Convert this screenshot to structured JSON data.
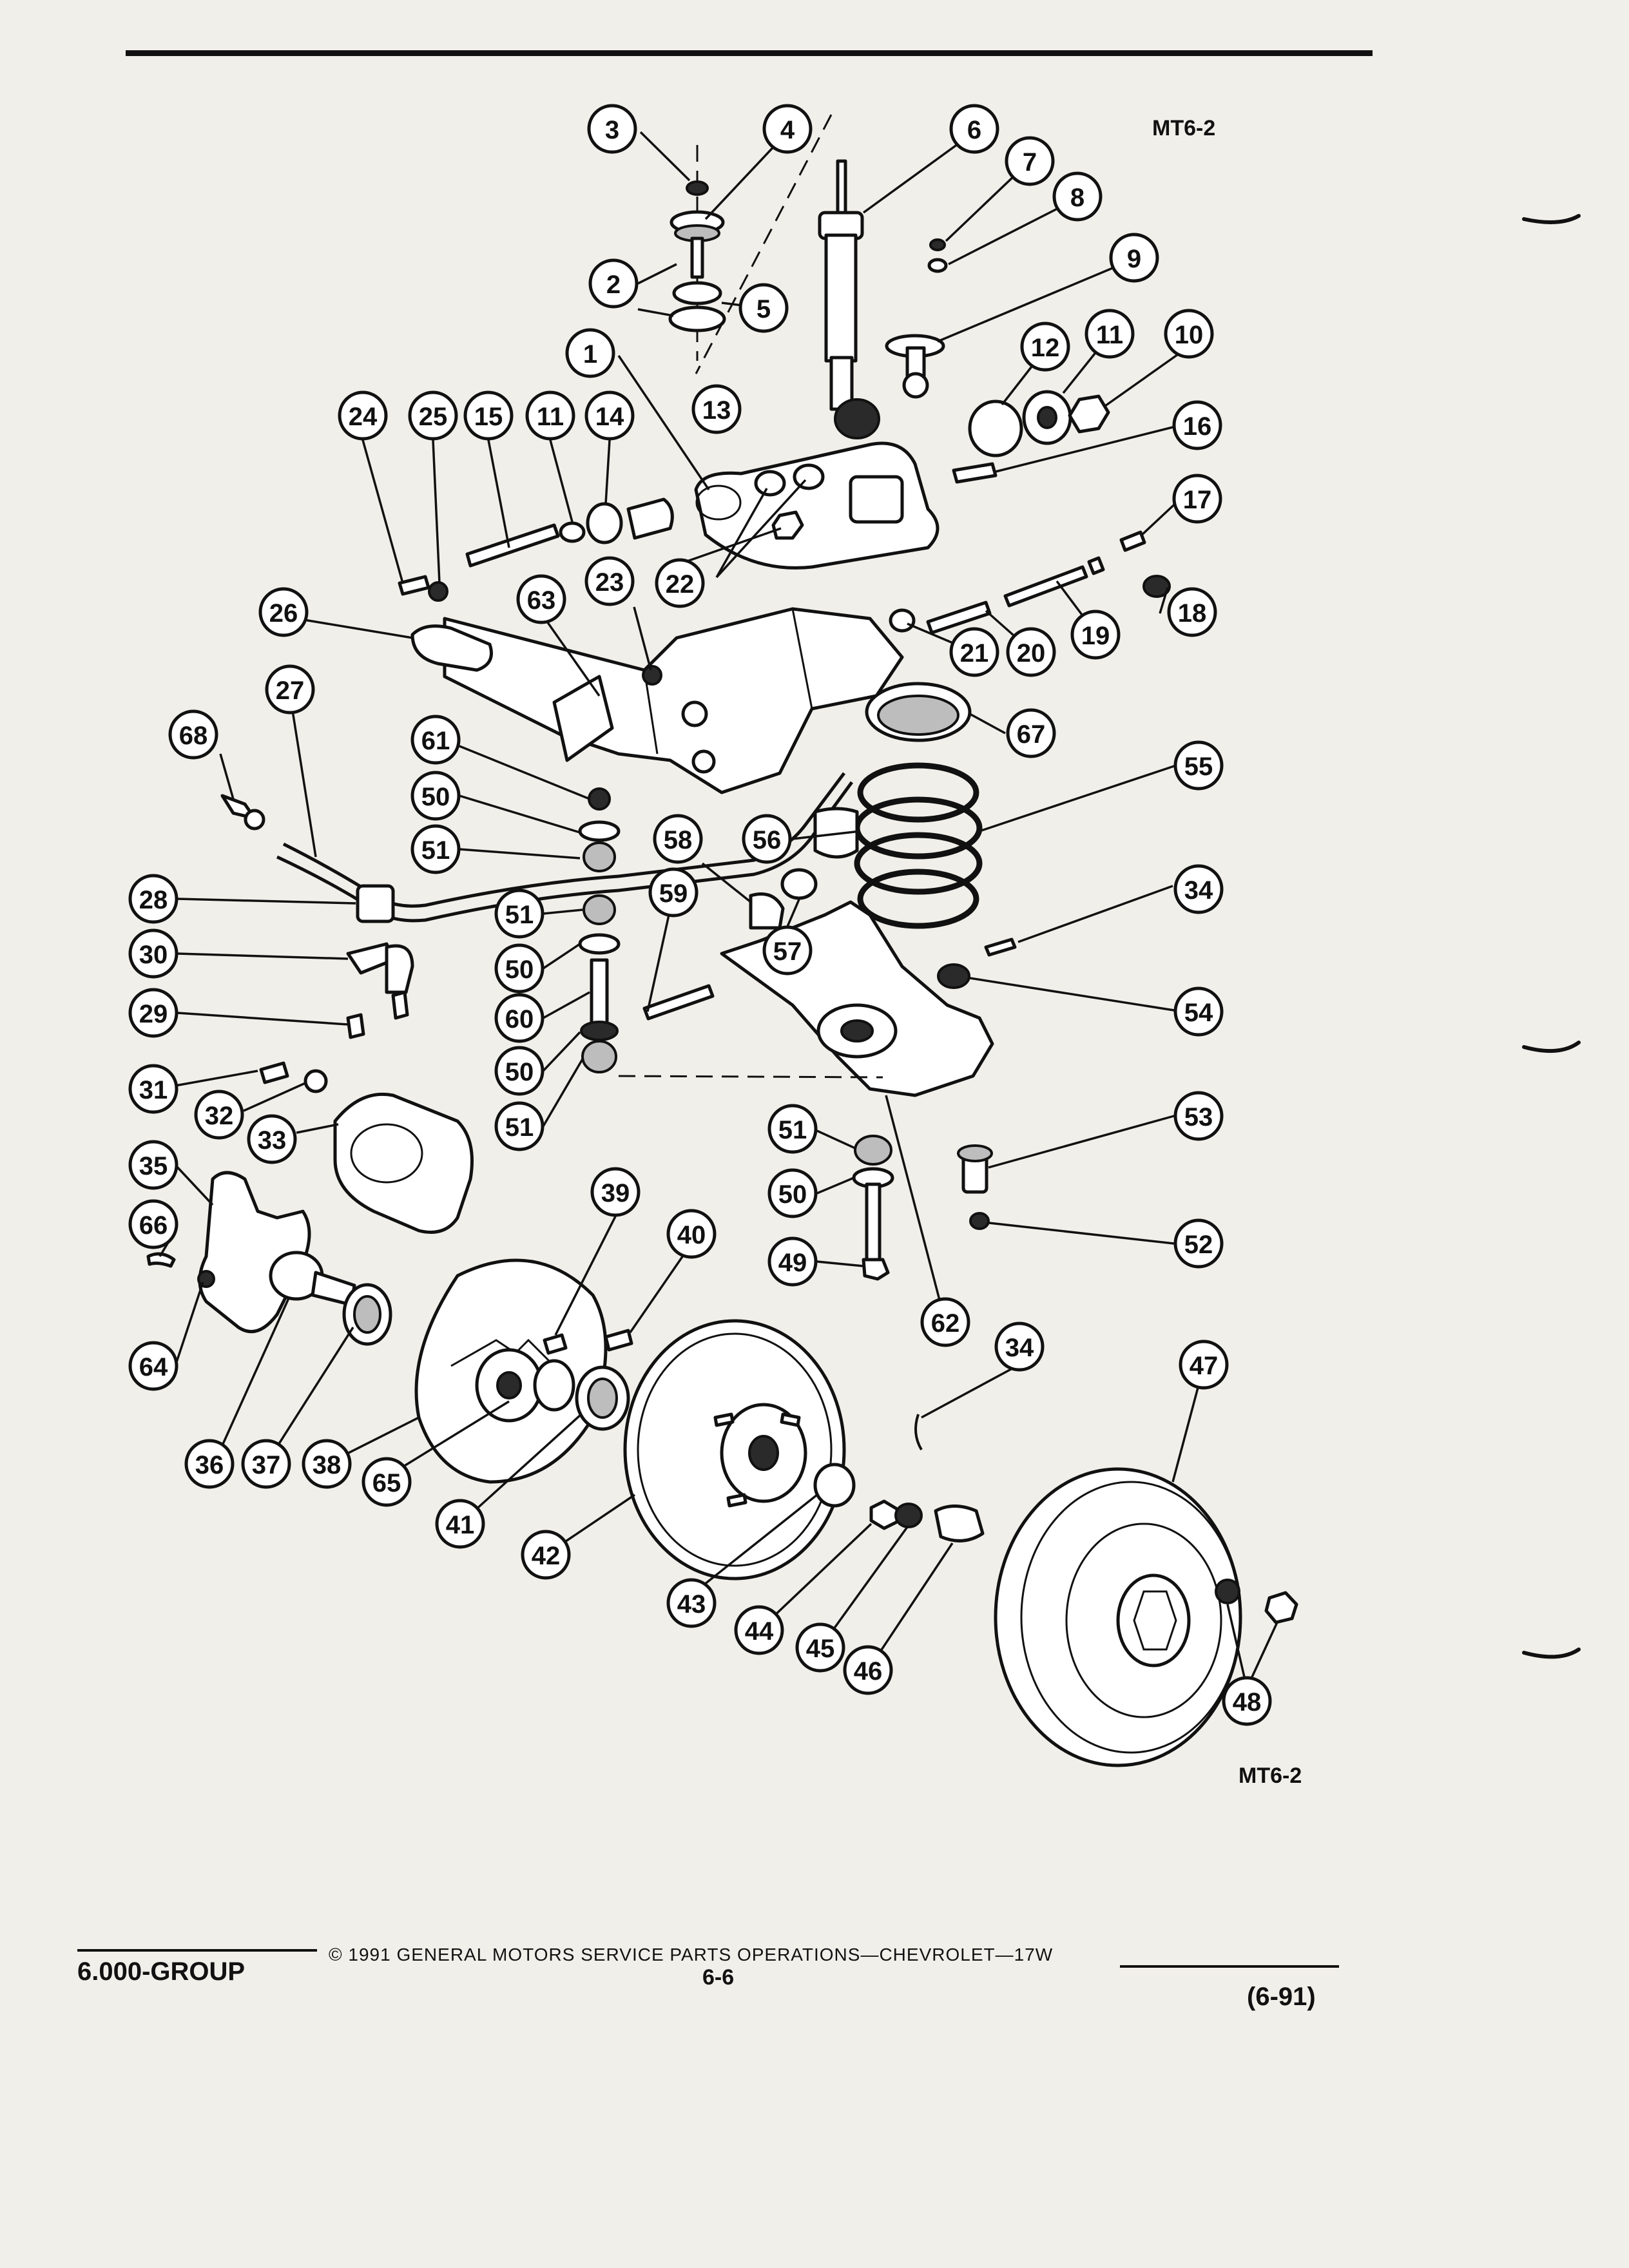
{
  "figure_labels": {
    "top_right": "MT6-2",
    "bottom_right": "MT6-2"
  },
  "callouts": [
    {
      "id": "3",
      "text": "3"
    },
    {
      "id": "4",
      "text": "4"
    },
    {
      "id": "6",
      "text": "6"
    },
    {
      "id": "7",
      "text": "7"
    },
    {
      "id": "8",
      "text": "8"
    },
    {
      "id": "9",
      "text": "9"
    },
    {
      "id": "2",
      "text": "2"
    },
    {
      "id": "5",
      "text": "5"
    },
    {
      "id": "1",
      "text": "1"
    },
    {
      "id": "12",
      "text": "12"
    },
    {
      "id": "11a",
      "text": "11"
    },
    {
      "id": "10",
      "text": "10"
    },
    {
      "id": "24",
      "text": "24"
    },
    {
      "id": "25",
      "text": "25"
    },
    {
      "id": "15",
      "text": "15"
    },
    {
      "id": "11b",
      "text": "11"
    },
    {
      "id": "14",
      "text": "14"
    },
    {
      "id": "13",
      "text": "13"
    },
    {
      "id": "16",
      "text": "16"
    },
    {
      "id": "17",
      "text": "17"
    },
    {
      "id": "18",
      "text": "18"
    },
    {
      "id": "19",
      "text": "19"
    },
    {
      "id": "20",
      "text": "20"
    },
    {
      "id": "21",
      "text": "21"
    },
    {
      "id": "22",
      "text": "22"
    },
    {
      "id": "23",
      "text": "23"
    },
    {
      "id": "63",
      "text": "63"
    },
    {
      "id": "26",
      "text": "26"
    },
    {
      "id": "27",
      "text": "27"
    },
    {
      "id": "68",
      "text": "68"
    },
    {
      "id": "61",
      "text": "61"
    },
    {
      "id": "67",
      "text": "67"
    },
    {
      "id": "55",
      "text": "55"
    },
    {
      "id": "50a",
      "text": "50"
    },
    {
      "id": "51a",
      "text": "51"
    },
    {
      "id": "56",
      "text": "56"
    },
    {
      "id": "58",
      "text": "58"
    },
    {
      "id": "28",
      "text": "28"
    },
    {
      "id": "59",
      "text": "59"
    },
    {
      "id": "51b",
      "text": "51"
    },
    {
      "id": "57",
      "text": "57"
    },
    {
      "id": "34a",
      "text": "34"
    },
    {
      "id": "30",
      "text": "30"
    },
    {
      "id": "50b",
      "text": "50"
    },
    {
      "id": "60",
      "text": "60"
    },
    {
      "id": "54",
      "text": "54"
    },
    {
      "id": "29",
      "text": "29"
    },
    {
      "id": "50c",
      "text": "50"
    },
    {
      "id": "31",
      "text": "31"
    },
    {
      "id": "51c",
      "text": "51"
    },
    {
      "id": "32",
      "text": "32"
    },
    {
      "id": "53",
      "text": "53"
    },
    {
      "id": "33",
      "text": "33"
    },
    {
      "id": "51d",
      "text": "51"
    },
    {
      "id": "35",
      "text": "35"
    },
    {
      "id": "50d",
      "text": "50"
    },
    {
      "id": "39",
      "text": "39"
    },
    {
      "id": "40",
      "text": "40"
    },
    {
      "id": "66",
      "text": "66"
    },
    {
      "id": "52",
      "text": "52"
    },
    {
      "id": "49",
      "text": "49"
    },
    {
      "id": "62",
      "text": "62"
    },
    {
      "id": "64",
      "text": "64"
    },
    {
      "id": "34b",
      "text": "34"
    },
    {
      "id": "47",
      "text": "47"
    },
    {
      "id": "36",
      "text": "36"
    },
    {
      "id": "37",
      "text": "37"
    },
    {
      "id": "38",
      "text": "38"
    },
    {
      "id": "65",
      "text": "65"
    },
    {
      "id": "41",
      "text": "41"
    },
    {
      "id": "42",
      "text": "42"
    },
    {
      "id": "43",
      "text": "43"
    },
    {
      "id": "44",
      "text": "44"
    },
    {
      "id": "45",
      "text": "45"
    },
    {
      "id": "46",
      "text": "46"
    },
    {
      "id": "48",
      "text": "48"
    }
  ],
  "footer": {
    "group": "6.000-GROUP",
    "copyright": "© 1991 GENERAL MOTORS SERVICE PARTS OPERATIONS—CHEVROLET—17W",
    "page": "6-6",
    "date_code": "(6-91)"
  }
}
